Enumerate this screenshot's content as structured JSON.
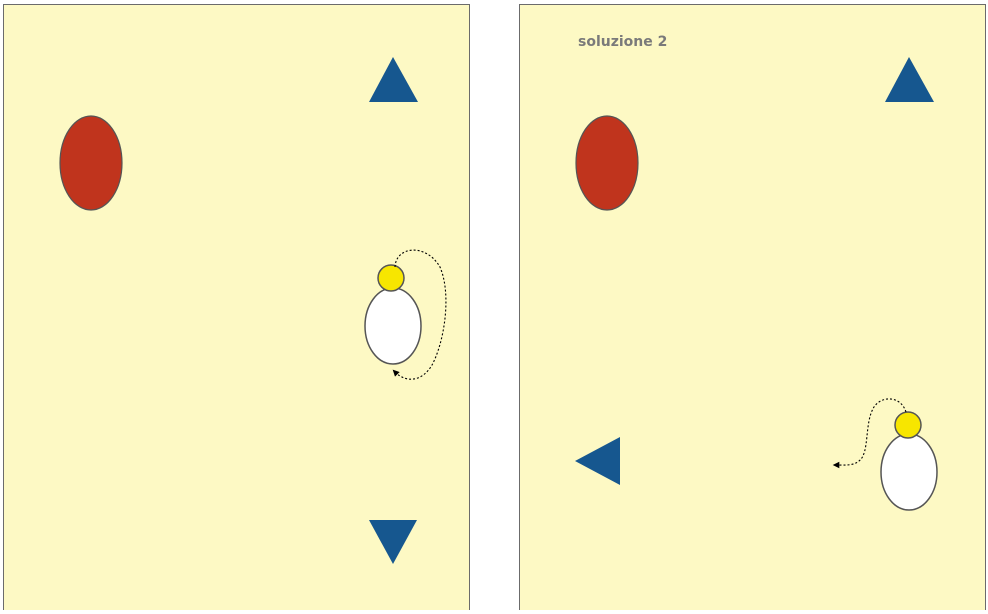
{
  "colors": {
    "background": "#fdf9c4",
    "border": "#6b6b6b",
    "cone_blue": "#16578f",
    "marker_red": "#c0341d",
    "player_body": "#ffffff",
    "player_head": "#f7e600",
    "caption_gray": "#7a7a7a"
  },
  "panels": [
    {
      "caption": "",
      "items": [
        "red-oval",
        "blue-triangle-up",
        "player",
        "curved-arrow",
        "blue-triangle-down"
      ]
    },
    {
      "caption": "soluzione 2",
      "items": [
        "red-oval",
        "blue-triangle-up",
        "blue-triangle-left",
        "player",
        "curved-arrow"
      ]
    }
  ]
}
